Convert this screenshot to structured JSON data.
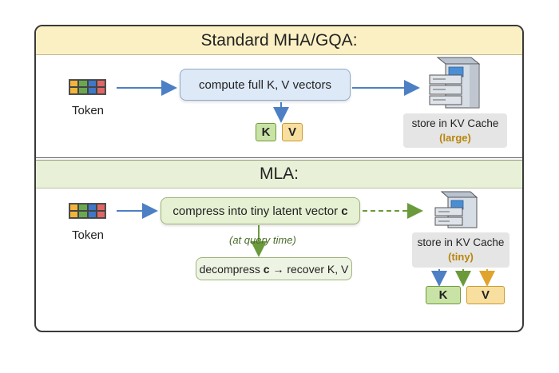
{
  "sections": {
    "top_title": "Standard MHA/GQA:",
    "bottom_title": "MLA:"
  },
  "top": {
    "token_label": "Token",
    "compute_label": "compute full K, V vectors",
    "k_label": "K",
    "v_label": "V",
    "store_label": "store in KV Cache",
    "store_size": "(large)"
  },
  "bottom": {
    "token_label": "Token",
    "compress_label": "compress into tiny latent vector",
    "compress_var": "c",
    "query_note": "(at query time)",
    "decompress_label": "decompress",
    "decompress_var": "c",
    "decompress_rest": "→ recover K, V",
    "store_label": "store in KV Cache",
    "store_size": "(tiny)",
    "k_label": "K",
    "v_label": "V"
  },
  "token_colors": [
    "#f2b43c",
    "#6aa84f",
    "#3d78c9",
    "#e06666",
    "#f2b43c",
    "#6aa84f",
    "#3d78c9",
    "#e06666"
  ],
  "colors": {
    "arrow_blue": "#4d7fc4",
    "arrow_green": "#6a9a3c",
    "arrow_orange": "#e0a32e"
  }
}
